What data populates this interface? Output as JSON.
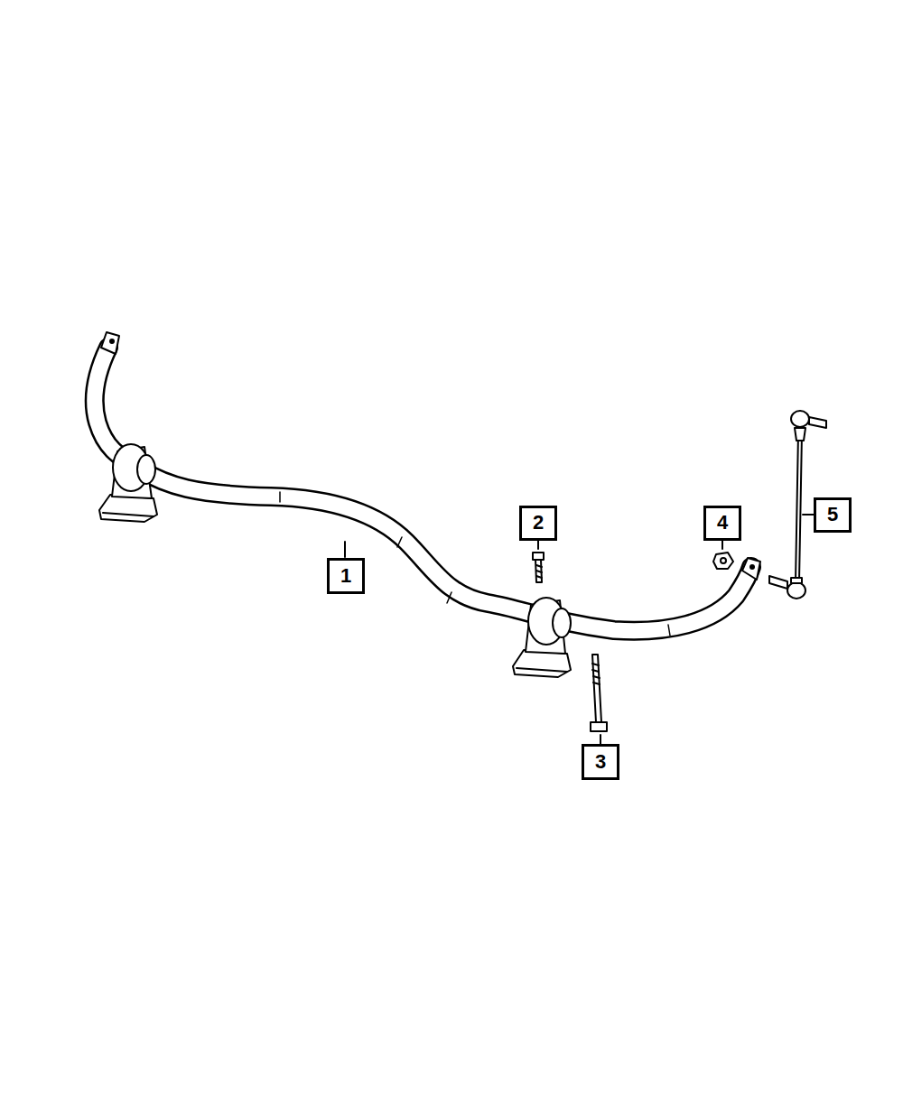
{
  "diagram": {
    "nodes": [
      {
        "text": [
          "2"
        ]
      },
      {
        "text": [
          "4"
        ]
      },
      {
        "text": [
          "5"
        ]
      },
      {
        "text": [
          "1"
        ]
      },
      {
        "text": [
          "3"
        ]
      }
    ]
  }
}
